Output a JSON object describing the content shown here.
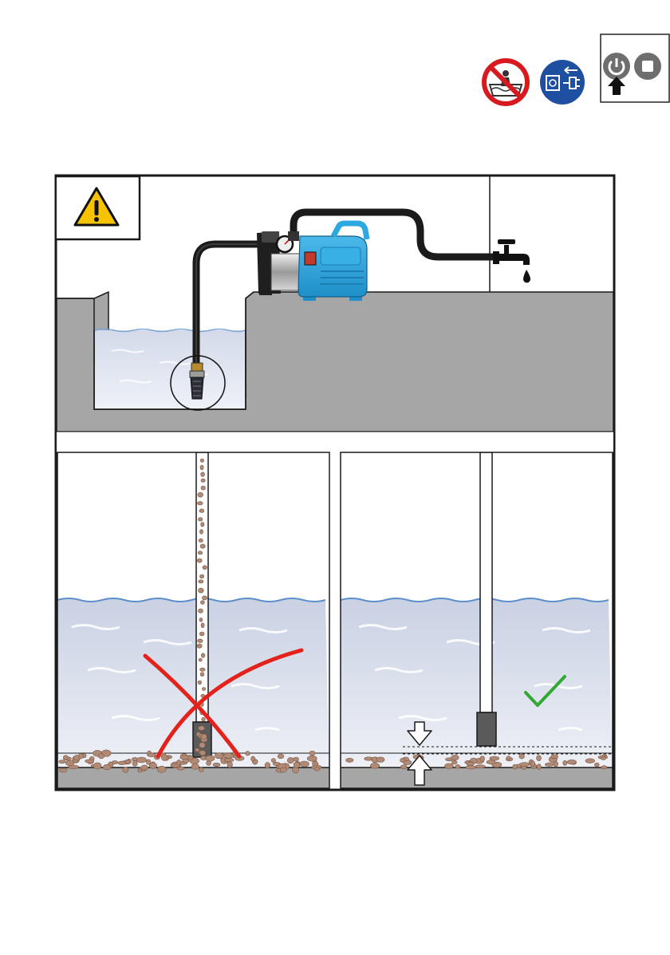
{
  "header_icons": [
    {
      "name": "no-bathing-sign-icon",
      "color": "#d71920"
    },
    {
      "name": "unplug-power-icon",
      "color": "#1f4fa0"
    },
    {
      "name": "power-stop-buttons-icon",
      "color": "#6e6e6e"
    }
  ],
  "warning_icon": {
    "name": "warning-triangle-icon",
    "color": "#f7c300"
  },
  "colors": {
    "pump_blue": "#2ea8e0",
    "hose": "#1b1b1b",
    "ground": "#a6a6a6",
    "water_top": "#cfd6e6",
    "water_bottom": "#f4f5fa",
    "sediment": "#b18a75",
    "wrong_mark": "#e3231b",
    "correct_mark": "#33a935"
  },
  "panels": [
    {
      "name": "incorrect-placement",
      "mark": "cross"
    },
    {
      "name": "correct-placement",
      "mark": "check"
    }
  ]
}
